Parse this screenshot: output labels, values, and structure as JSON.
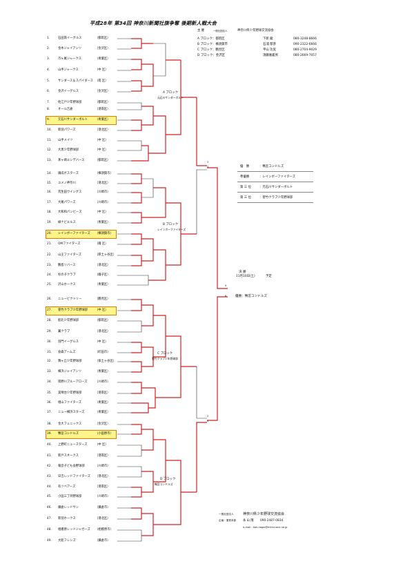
{
  "title": "平成28年 第34回 神奈川新聞社旗争奪 後期新人戦大会",
  "host": {
    "label": "主 催",
    "prefix": "一般社団法人",
    "name": "神奈川県少年野球交流協会"
  },
  "blocks_info": [
    {
      "block": "A ブロック：都筑区",
      "person": "下新 龍",
      "phone": "080-3248-8666"
    },
    {
      "block": "B ブロック：横須賀市",
      "person": "石浦 郁彦",
      "phone": "090-2322-6666"
    },
    {
      "block": "C ブロック：鶴見区",
      "person": "平山 功実",
      "phone": "080-2704-9029"
    },
    {
      "block": "D ブロック：金沢区",
      "person": "須藤嘉義男",
      "phone": "080-2669-7057"
    }
  ],
  "teams": [
    {
      "no": "1.",
      "name": "石田南イーグルス",
      "area": "（都筑区）"
    },
    {
      "no": "2.",
      "name": "金木ジャイアンツ",
      "area": "（金沢区）"
    },
    {
      "no": "3.",
      "name": "市ヶ尾ジャークス",
      "area": "（青葉区）"
    },
    {
      "no": "4.",
      "name": "山手ジャークス",
      "area": "（中 区）"
    },
    {
      "no": "5.",
      "name": "サンダース＆スパイダース",
      "area": "（南 区）"
    },
    {
      "no": "6.",
      "name": "金沢イーグルス",
      "area": "（金沢区）"
    },
    {
      "no": "7.",
      "name": "佐江戸少年野球部",
      "area": "（都筑区）"
    },
    {
      "no": "8.",
      "name": "オール吉倉",
      "area": "（港南区）"
    },
    {
      "no": "9.",
      "name": "元石川サンダーボルト",
      "area": "（青葉区）"
    },
    {
      "no": "10.",
      "name": "新羽パワーズ",
      "area": "（港北区）"
    },
    {
      "no": "11.",
      "name": "山手メイツ",
      "area": "（中 区）"
    },
    {
      "no": "12.",
      "name": "大黒少年野球部",
      "area": "（中 区）"
    },
    {
      "no": "13.",
      "name": "茅ヶ崎エンデバース",
      "area": "（都筑区）"
    },
    {
      "no": "14.",
      "name": "鎮成ボスターズ",
      "area": "（横須賀市）"
    },
    {
      "no": "15.",
      "name": "ユメノ神奈川",
      "area": "（港北区）"
    },
    {
      "no": "16.",
      "name": "荒生田ウイングス",
      "area": "（川崎市）"
    },
    {
      "no": "17.",
      "name": "大尾パワーズ",
      "area": "（川崎市）"
    },
    {
      "no": "18.",
      "name": "大和和パンビーズ",
      "area": "（中 区）"
    },
    {
      "no": "19.",
      "name": "緑ナビエルス",
      "area": "（青葉区）"
    },
    {
      "no": "20.",
      "name": "レインボーファイターズ",
      "area": "（横須賀市）"
    },
    {
      "no": "21.",
      "name": "OMファイターズ",
      "area": "（磯 区）"
    },
    {
      "no": "22.",
      "name": "山王ファイターズ",
      "area": "（厚土ヶ谷区）"
    },
    {
      "no": "23.",
      "name": "鶴島ツバース",
      "area": "（港北区）"
    },
    {
      "no": "24.",
      "name": "杉の子クラブ",
      "area": "（磯子区）"
    },
    {
      "no": "25.",
      "name": "沢山ホークス",
      "area": "（青葉区）"
    },
    {
      "no": "26.",
      "name": "ニュービクトリー",
      "area": "（鶴見区）"
    },
    {
      "no": "27.",
      "name": "菅竹クラブ少年野球部",
      "area": "（中 区）"
    },
    {
      "no": "28.",
      "name": "船北少年野球部",
      "area": "（都筑区）"
    },
    {
      "no": "29.",
      "name": "翼クラブ",
      "area": "（港北区）"
    },
    {
      "no": "30.",
      "name": "羽門イーグルス",
      "area": "（中 区）"
    },
    {
      "no": "31.",
      "name": "会森アームズ",
      "area": "（町田市）"
    },
    {
      "no": "32.",
      "name": "鵠ヶ丘少年野球部",
      "area": "（保土ヶ谷区）"
    },
    {
      "no": "33.",
      "name": "横浜ジャイアンツ",
      "area": "（青葉区）"
    },
    {
      "no": "34.",
      "name": "南野川ブルーアローズ",
      "area": "（川崎市）"
    },
    {
      "no": "35.",
      "name": "美晴台少年野球部",
      "area": "（港南区）"
    },
    {
      "no": "36.",
      "name": "相山ファイターズ",
      "area": "（青葉区）"
    },
    {
      "no": "37.",
      "name": "ニュー横浜スターズ",
      "area": "（青葉区）"
    },
    {
      "no": "38.",
      "name": "金大フェニックス",
      "area": "（金沢区）"
    },
    {
      "no": "39.",
      "name": "鴨宮コンドルズ",
      "area": "（小田原市）"
    },
    {
      "no": "40.",
      "name": "上野町ニュースターズ",
      "area": "（中 区）"
    },
    {
      "no": "41.",
      "name": "新戸スネークス",
      "area": "（港南区）"
    },
    {
      "no": "42.",
      "name": "報音子ども会野球部",
      "area": "（川崎市）"
    },
    {
      "no": "43.",
      "name": "日吉レッドファイターズ",
      "area": "（港北区）"
    },
    {
      "no": "44.",
      "name": "有ツベアーズ",
      "area": "（港南区）"
    },
    {
      "no": "45.",
      "name": "小田三丁目野球部",
      "area": "（川崎市）"
    },
    {
      "no": "46.",
      "name": "鎌倉レッドサン",
      "area": "（鎌倉市）"
    },
    {
      "no": "47.",
      "name": "新羽ホークス",
      "area": "（港北区）"
    },
    {
      "no": "48.",
      "name": "相模原レッドジャガーズ",
      "area": "（相模原市）"
    },
    {
      "no": "49.",
      "name": "大船フレンズ",
      "area": "（鎌倉市）"
    }
  ],
  "highlighted": [
    "9.",
    "20.",
    "27.",
    "39."
  ],
  "block_labels": [
    {
      "title": "A ブロック",
      "winner": "元石川サンダーボルト"
    },
    {
      "title": "B ブロック",
      "winner": "レインボーファイターズ"
    },
    {
      "title": "C ブロック",
      "winner": "菅竹クラブ少年野球部"
    },
    {
      "title": "D ブロック",
      "winner": "鴨宮コンドルズ"
    }
  ],
  "results": [
    {
      "rank": "優　勝",
      "team": "：鴨宮コンドルズ"
    },
    {
      "rank": "準優勝",
      "team": "：レインボーファイターズ"
    },
    {
      "rank": "第 三 位",
      "team": "：元石川サンダーボルト"
    },
    {
      "rank": "第 三 位",
      "team": "：菅竹クラブ少年野球部"
    }
  ],
  "final": {
    "label": "決 勝",
    "date": "11月10日(土)",
    "note": "予定",
    "winner_label": "優勝：鴨宮コンドルズ",
    "score_top": "5",
    "score_bottom": "6"
  },
  "semi_scores": {
    "a": "2",
    "b": "3",
    "c": "2",
    "d": "3"
  },
  "footer": {
    "prefix": "一般社団法人",
    "org": "神奈川県少年野球交流協会",
    "role": "企画・運営本部",
    "person": "永 山 隆",
    "phone": "090-2487-0834",
    "email": "e-mail : kan-nagai@mirror.ocn.ne.jp"
  }
}
